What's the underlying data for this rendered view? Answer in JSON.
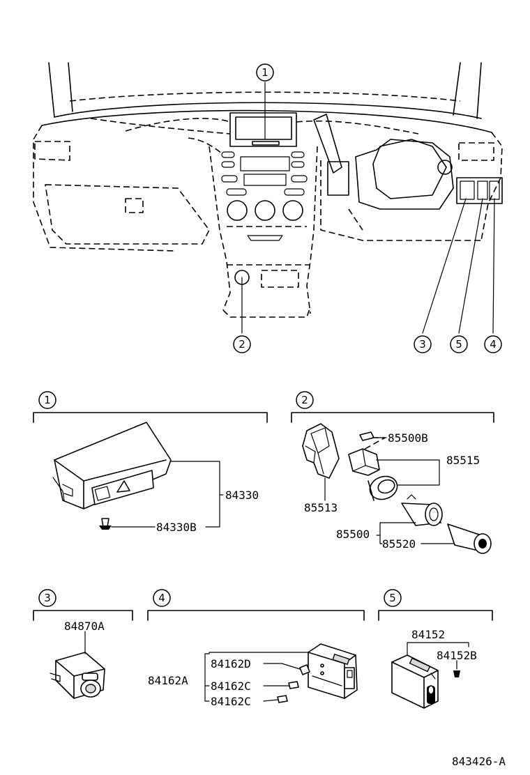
{
  "callouts": {
    "main": [
      {
        "id": "1"
      },
      {
        "id": "2"
      },
      {
        "id": "3"
      },
      {
        "id": "5"
      },
      {
        "id": "4"
      }
    ]
  },
  "sections": [
    {
      "number": "1",
      "parts": [
        "84330",
        "84330B"
      ]
    },
    {
      "number": "2",
      "parts": [
        "85500B",
        "85515",
        "85513",
        "85500",
        "85520"
      ]
    },
    {
      "number": "3",
      "parts": [
        "84870A"
      ]
    },
    {
      "number": "4",
      "parts": [
        "84162D",
        "84162A",
        "84162C",
        "84162C"
      ]
    },
    {
      "number": "5",
      "parts": [
        "84152",
        "84152B"
      ]
    }
  ],
  "labels": {
    "c1": "1",
    "c2": "2",
    "c3": "3",
    "c4": "4",
    "c5": "5",
    "s1": "1",
    "s2": "2",
    "s3": "3",
    "s4": "4",
    "s5": "5",
    "p84330": "84330",
    "p84330B": "84330B",
    "p85500B": "85500B",
    "p85515": "85515",
    "p85513": "85513",
    "p85500": "85500",
    "p85520": "85520",
    "p84870A": "84870A",
    "p84162D": "84162D",
    "p84162A": "84162A",
    "p84162C_1": "84162C",
    "p84162C_2": "84162C",
    "p84152": "84152",
    "p84152B": "84152B",
    "figure_code": "843426-A"
  }
}
